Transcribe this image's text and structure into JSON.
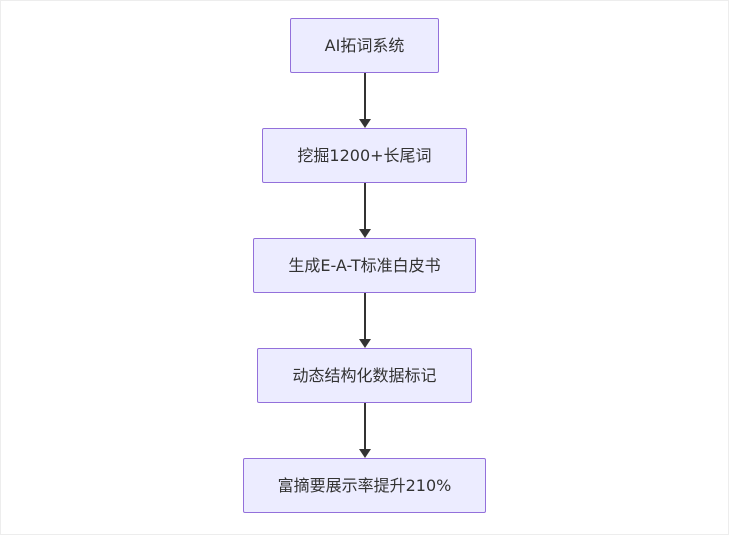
{
  "diagram": {
    "type": "flowchart",
    "direction": "top-down",
    "nodes": [
      {
        "id": "n0",
        "label": "AI拓词系统"
      },
      {
        "id": "n1",
        "label": "挖掘1200+长尾词"
      },
      {
        "id": "n2",
        "label": "生成E-A-T标准白皮书"
      },
      {
        "id": "n3",
        "label": "动态结构化数据标记"
      },
      {
        "id": "n4",
        "label": "富摘要展示率提升210%"
      }
    ],
    "edges": [
      {
        "from": "n0",
        "to": "n1",
        "style": "solid-arrow"
      },
      {
        "from": "n1",
        "to": "n2",
        "style": "solid-arrow"
      },
      {
        "from": "n2",
        "to": "n3",
        "style": "solid-arrow"
      },
      {
        "from": "n3",
        "to": "n4",
        "style": "solid-arrow"
      }
    ],
    "colors": {
      "node_fill": "#ECECFF",
      "node_border": "#9370DB",
      "arrow": "#333333",
      "background": "#FFFFFF"
    }
  }
}
